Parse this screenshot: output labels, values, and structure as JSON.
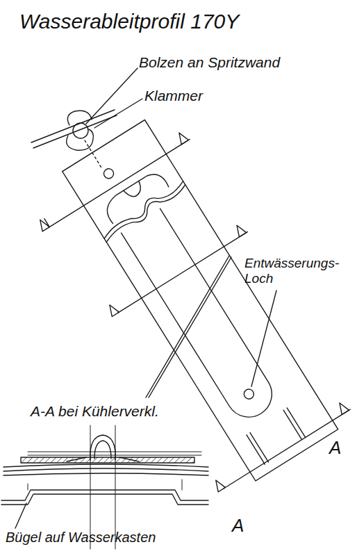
{
  "diagram": {
    "title": "Wasserableitprofil 170Y",
    "labels": [
      "Bolzen an Spritzwand",
      "Klammer",
      "Entwässerungs- Loch",
      "A-A bei Kühlerverkl.",
      "Bügel auf Wasserkasten",
      "A",
      "A"
    ]
  }
}
